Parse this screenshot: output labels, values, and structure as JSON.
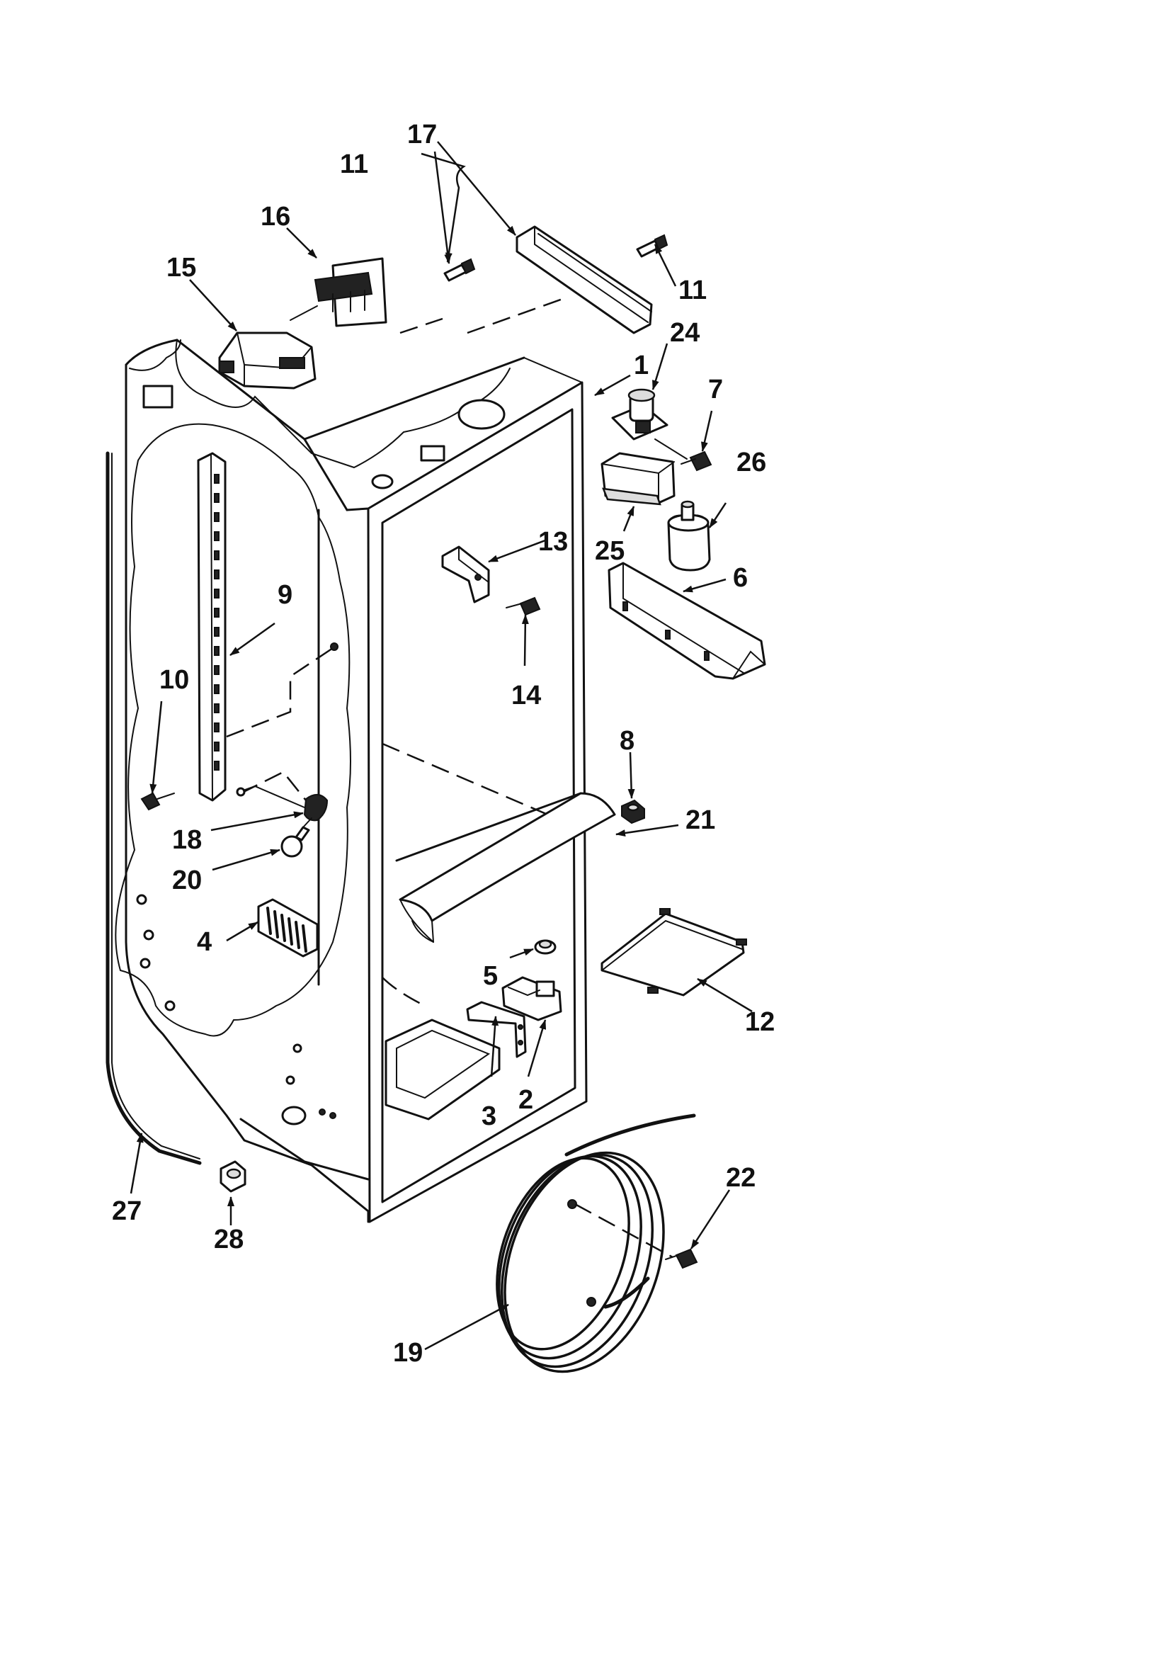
{
  "callouts": [
    {
      "id": "c1",
      "number": "1"
    },
    {
      "id": "c2",
      "number": "2"
    },
    {
      "id": "c3",
      "number": "3"
    },
    {
      "id": "c4",
      "number": "4"
    },
    {
      "id": "c5",
      "number": "5"
    },
    {
      "id": "c6",
      "number": "6"
    },
    {
      "id": "c7",
      "number": "7"
    },
    {
      "id": "c8",
      "number": "8"
    },
    {
      "id": "c9",
      "number": "9"
    },
    {
      "id": "c10",
      "number": "10"
    },
    {
      "id": "c11a",
      "number": "11"
    },
    {
      "id": "c11b",
      "number": "11"
    },
    {
      "id": "c12",
      "number": "12"
    },
    {
      "id": "c13",
      "number": "13"
    },
    {
      "id": "c14",
      "number": "14"
    },
    {
      "id": "c15",
      "number": "15"
    },
    {
      "id": "c16",
      "number": "16"
    },
    {
      "id": "c17",
      "number": "17"
    },
    {
      "id": "c18",
      "number": "18"
    },
    {
      "id": "c19",
      "number": "19"
    },
    {
      "id": "c20",
      "number": "20"
    },
    {
      "id": "c21",
      "number": "21"
    },
    {
      "id": "c22",
      "number": "22"
    },
    {
      "id": "c24",
      "number": "24"
    },
    {
      "id": "c25",
      "number": "25"
    },
    {
      "id": "c26",
      "number": "26"
    },
    {
      "id": "c27",
      "number": "27"
    },
    {
      "id": "c28",
      "number": "28"
    }
  ]
}
